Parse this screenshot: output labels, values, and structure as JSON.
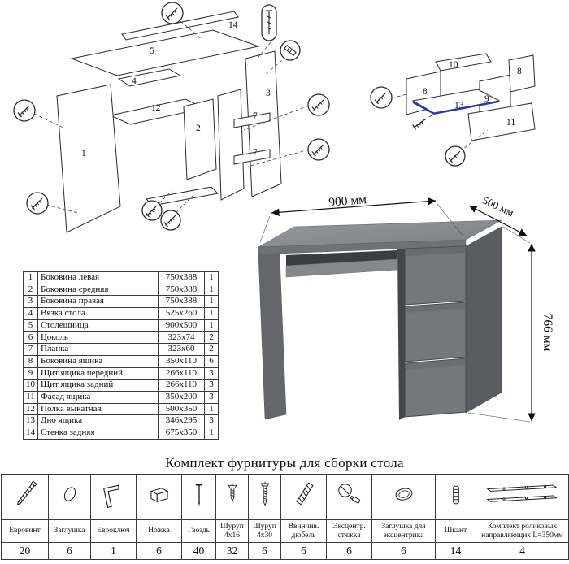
{
  "parts_table": {
    "rows": [
      {
        "num": "1",
        "name": "Боковина левая",
        "size": "750x388",
        "qty": "1"
      },
      {
        "num": "2",
        "name": "Боковина средняя",
        "size": "750x388",
        "qty": "1"
      },
      {
        "num": "3",
        "name": "Боковина правая",
        "size": "750x388",
        "qty": "1"
      },
      {
        "num": "4",
        "name": "Вязка стола",
        "size": "525x260",
        "qty": "1"
      },
      {
        "num": "5",
        "name": "Столешница",
        "size": "900x500",
        "qty": "1"
      },
      {
        "num": "6",
        "name": "Цоколь",
        "size": "323x74",
        "qty": "2"
      },
      {
        "num": "7",
        "name": "Планка",
        "size": "323x60",
        "qty": "2"
      },
      {
        "num": "8",
        "name": "Боковина ящика",
        "size": "350x110",
        "qty": "6"
      },
      {
        "num": "9",
        "name": "Щит ящика передний",
        "size": "266x110",
        "qty": "3"
      },
      {
        "num": "10",
        "name": "Щит ящика задний",
        "size": "266x110",
        "qty": "3"
      },
      {
        "num": "11",
        "name": "Фасад ящика",
        "size": "350x200",
        "qty": "3"
      },
      {
        "num": "12",
        "name": "Полка выкатная",
        "size": "500x350",
        "qty": "1"
      },
      {
        "num": "13",
        "name": "Дно ящика",
        "size": "346x295",
        "qty": "3"
      },
      {
        "num": "14",
        "name": "Стенка задняя",
        "size": "675x350",
        "qty": "1"
      }
    ]
  },
  "dimensions": {
    "width": "900 мм",
    "depth": "500 мм",
    "height": "766 мм"
  },
  "hardware": {
    "title": "Комплект фурнитуры для сборки стола",
    "items": [
      {
        "label": "Евровинт",
        "qty": "20",
        "icon": "euro-screw-icon"
      },
      {
        "label": "Заглушка",
        "qty": "6",
        "icon": "cap-icon"
      },
      {
        "label": "Евроключ",
        "qty": "1",
        "icon": "hex-key-icon"
      },
      {
        "label": "Ножка",
        "qty": "6",
        "icon": "foot-icon"
      },
      {
        "label": "Гвоздь",
        "qty": "40",
        "icon": "nail-icon"
      },
      {
        "label": "Шуруп 4х16",
        "qty": "32",
        "icon": "screw-short-icon"
      },
      {
        "label": "Шуруп 4х30",
        "qty": "6",
        "icon": "screw-long-icon"
      },
      {
        "label": "Ввинчив. дюбель",
        "qty": "6",
        "icon": "threaded-dowel-icon"
      },
      {
        "label": "Эксцентр. стяжка",
        "qty": "6",
        "icon": "cam-lock-icon"
      },
      {
        "label": "Заглушка для эксцентрика",
        "qty": "6",
        "icon": "cam-cap-icon"
      },
      {
        "label": "Шкант",
        "qty": "14",
        "icon": "wood-dowel-icon"
      },
      {
        "label": "Комплект роликовых направляющих L=350мм",
        "qty": "4",
        "icon": "drawer-slides-icon"
      }
    ]
  },
  "exploded": {
    "left_labels": [
      "14",
      "5",
      "4",
      "12",
      "2",
      "1",
      "3",
      "7",
      "7"
    ],
    "right_labels": [
      "10",
      "8",
      "9",
      "8",
      "13",
      "11"
    ]
  }
}
